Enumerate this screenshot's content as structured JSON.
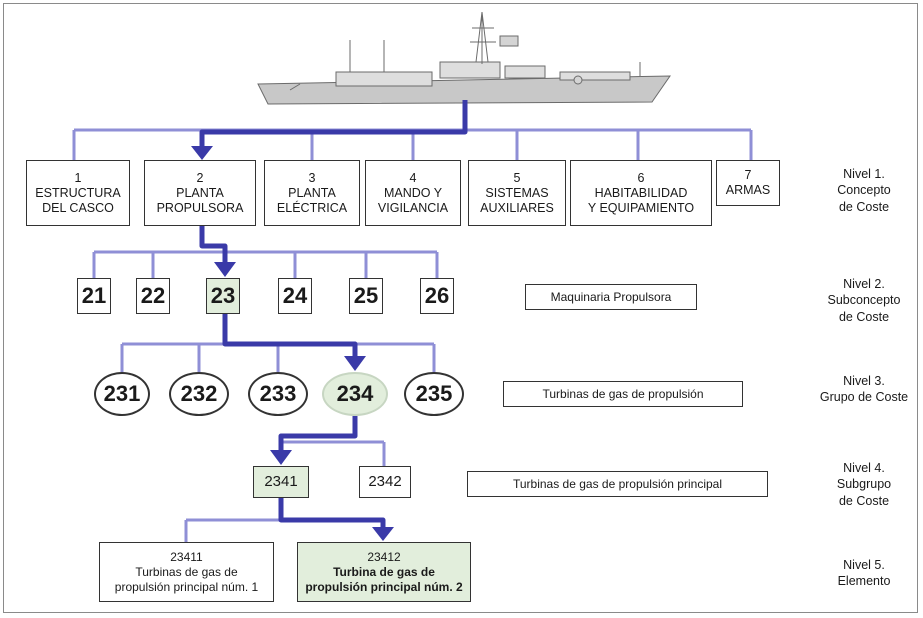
{
  "level1": [
    {
      "num": "1",
      "line1": "ESTRUCTURA",
      "line2": "DEL CASCO"
    },
    {
      "num": "2",
      "line1": "PLANTA",
      "line2": "PROPULSORA"
    },
    {
      "num": "3",
      "line1": "PLANTA",
      "line2": "ELÉCTRICA"
    },
    {
      "num": "4",
      "line1": "MANDO Y",
      "line2": "VIGILANCIA"
    },
    {
      "num": "5",
      "line1": "SISTEMAS",
      "line2": "AUXILIARES"
    },
    {
      "num": "6",
      "line1": "HABITABILIDAD",
      "line2": "Y EQUIPAMIENTO"
    },
    {
      "num": "7",
      "line1": "ARMAS",
      "line2": ""
    }
  ],
  "level2": [
    "21",
    "22",
    "23",
    "24",
    "25",
    "26"
  ],
  "level3": [
    "231",
    "232",
    "233",
    "234",
    "235"
  ],
  "level4": [
    "2341",
    "2342"
  ],
  "level5": [
    {
      "code": "23411",
      "line1": "Turbinas de gas de",
      "line2": "propulsión principal núm. 1"
    },
    {
      "code": "23412",
      "line1": "Turbina de gas de",
      "line2": "propulsión principal núm. 2"
    }
  ],
  "descriptions": {
    "level2": "Maquinaria Propulsora",
    "level3": "Turbinas de gas de propulsión",
    "level4": "Turbinas de gas de propulsión principal"
  },
  "levels": [
    {
      "line1": "Nivel 1.",
      "line2": "Concepto",
      "line3": "de Coste"
    },
    {
      "line1": "Nivel 2.",
      "line2": "Subconcepto",
      "line3": "de Coste"
    },
    {
      "line1": "Nivel 3.",
      "line2": "Grupo de Coste",
      "line3": ""
    },
    {
      "line1": "Nivel 4.",
      "line2": "Subgrupo",
      "line3": "de Coste"
    },
    {
      "line1": "Nivel 5.",
      "line2": "Elemento",
      "line3": ""
    }
  ],
  "colors": {
    "connector": "#8f8fd6",
    "path": "#3a3aa8",
    "highlight": "#e2eedc"
  }
}
